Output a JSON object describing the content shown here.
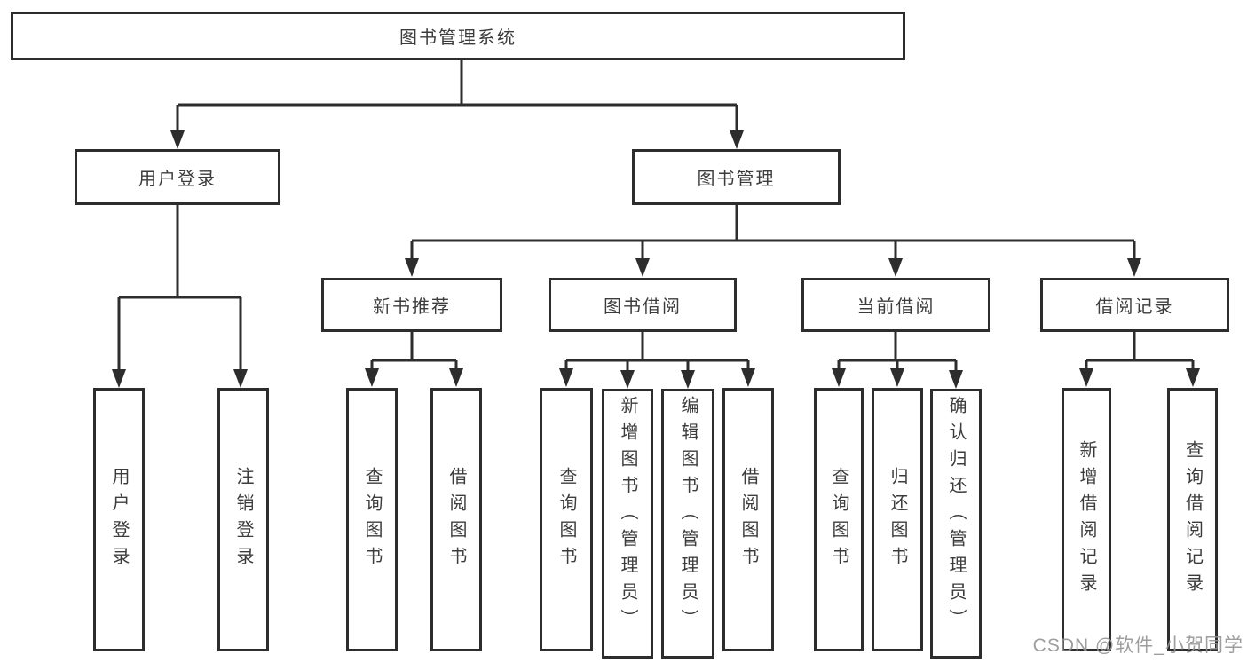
{
  "colors": {
    "line": "#2d2d2d",
    "box_border": "#2d2d2d",
    "box_background": "#ffffff",
    "text": "#3c3c3c",
    "watermark": "#949494"
  },
  "watermark": "CSDN @软件_小贺同学",
  "diagram": {
    "root": {
      "label": "图书管理系统"
    },
    "branches": [
      {
        "label": "用户登录",
        "children": [
          {
            "label": "用户登录"
          },
          {
            "label": "注销登录"
          }
        ]
      },
      {
        "label": "图书管理",
        "children": [
          {
            "label": "新书推荐",
            "children": [
              {
                "label": "查询图书"
              },
              {
                "label": "借阅图书"
              }
            ]
          },
          {
            "label": "图书借阅",
            "children": [
              {
                "label": "查询图书"
              },
              {
                "label": "新增图书（管理员）"
              },
              {
                "label": "编辑图书（管理员）"
              },
              {
                "label": "借阅图书"
              }
            ]
          },
          {
            "label": "当前借阅",
            "children": [
              {
                "label": "查询图书"
              },
              {
                "label": "归还图书"
              },
              {
                "label": "确认归还（管理员）"
              }
            ]
          },
          {
            "label": "借阅记录",
            "children": [
              {
                "label": "新增借阅记录"
              },
              {
                "label": "查询借阅记录"
              }
            ]
          }
        ]
      }
    ]
  }
}
